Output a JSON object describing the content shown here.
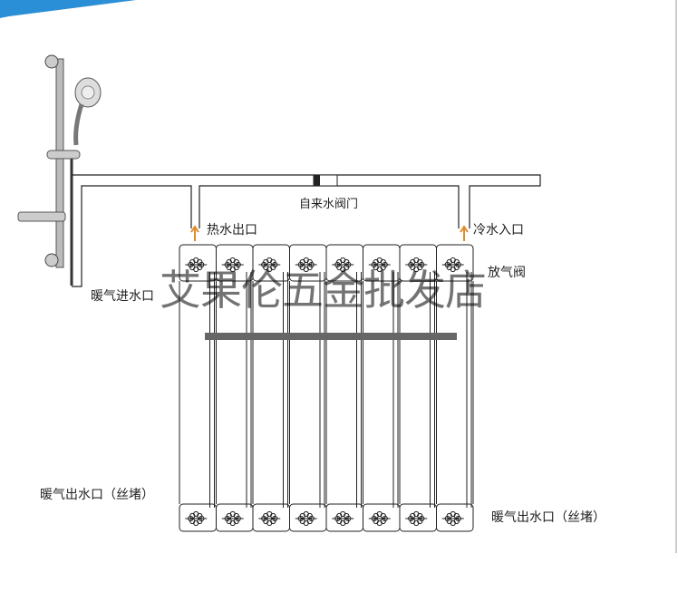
{
  "labels": {
    "valve": "自来水阀门",
    "hot_outlet": "热水出口",
    "cold_inlet": "冷水入口",
    "air_vent": "放气阀",
    "heating_inlet": "暖气进水口",
    "heating_outlet_left": "暖气出水口（丝堵）",
    "heating_outlet_right": "暖气出水口（丝堵）"
  },
  "watermark": "艾果伦五金批发店",
  "colors": {
    "banner": "#2a8fd6",
    "arrow": "#e08a2a",
    "bar": "#666666"
  },
  "radiator": {
    "sections": 8
  }
}
